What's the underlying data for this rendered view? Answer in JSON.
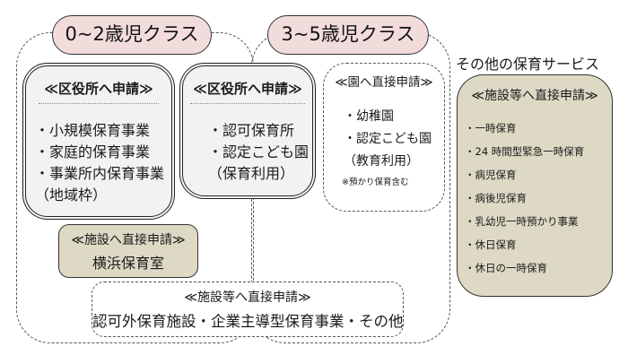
{
  "group_0_2": {
    "title": "0~2歳児クラス",
    "ward_box": {
      "header": "≪区役所へ申請≫",
      "items": [
        "・小規模保育事業",
        "・家庭的保育事業",
        "・事業所内保育事業",
        "（地域枠）"
      ]
    },
    "facility_box": {
      "header": "≪施設へ直接申請≫",
      "item": "横浜保育室"
    }
  },
  "shared_ward_box": {
    "header": "≪区役所へ申請≫",
    "items": [
      "・認可保育所",
      "・認定こども園",
      "（保育利用）"
    ]
  },
  "group_3_5": {
    "title": "3~5歳児クラス",
    "school_box": {
      "header": "≪園へ直接申請≫",
      "items": [
        "・幼稚園",
        "・認定こども園",
        "（教育利用）"
      ],
      "note": "※預かり保育含む"
    }
  },
  "shared_bottom_box": {
    "header": "≪施設等へ直接申請≫",
    "text": "認可外保育施設・企業主導型保育事業・その他"
  },
  "other_services": {
    "title": "その他の保育サービス",
    "header": "≪施設等へ直接申請≫",
    "items": [
      "・一時保育",
      "・24 時間型緊急一時保育",
      "・病児保育",
      "・病後児保育",
      "・乳幼児一時預かり事業",
      "・休日保育",
      "・休日の一時保育"
    ]
  },
  "colors": {
    "pill_fill": "#f2dcdb",
    "ward_box_fill": "#f2f2f2",
    "direct_box_fill": "#ddd9c4"
  }
}
